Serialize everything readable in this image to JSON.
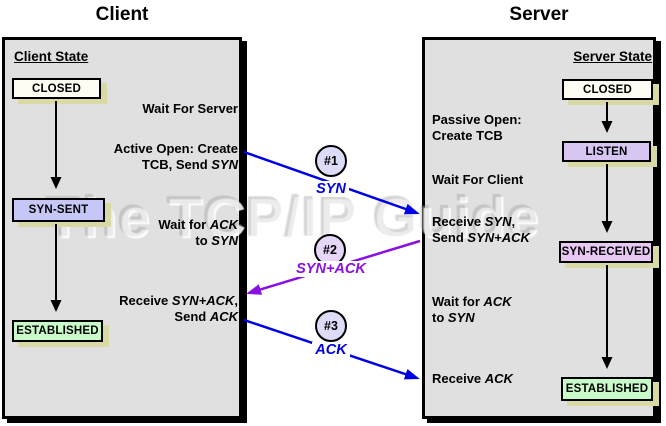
{
  "watermark": {
    "text": "The TCP/IP Guide"
  },
  "client": {
    "title": "Client",
    "state_heading": "Client State",
    "states": [
      {
        "label": "CLOSED",
        "fill": "#fdfdf4"
      },
      {
        "label": "SYN-SENT",
        "fill": "#c6c6f7"
      },
      {
        "label": "ESTABLISHED",
        "fill": "#c9fac9"
      }
    ],
    "annotations": [
      {
        "lines": [
          [
            {
              "t": "Wait For Server"
            }
          ]
        ]
      },
      {
        "lines": [
          [
            {
              "t": "Active Open: Create"
            }
          ],
          [
            {
              "t": "TCB, Send "
            },
            {
              "t": "SYN",
              "i": 1
            }
          ]
        ]
      },
      {
        "lines": [
          [
            {
              "t": "Wait for "
            },
            {
              "t": "ACK",
              "i": 1
            }
          ],
          [
            {
              "t": "to "
            },
            {
              "t": "SYN",
              "i": 1
            }
          ]
        ]
      },
      {
        "lines": [
          [
            {
              "t": "Receive "
            },
            {
              "t": "SYN+ACK",
              "i": 1
            },
            {
              "t": ","
            }
          ],
          [
            {
              "t": "Send "
            },
            {
              "t": "ACK",
              "i": 1
            }
          ]
        ]
      }
    ]
  },
  "server": {
    "title": "Server",
    "state_heading": "Server State",
    "states": [
      {
        "label": "CLOSED",
        "fill": "#fdfdf4"
      },
      {
        "label": "LISTEN",
        "fill": "#d7c5f2"
      },
      {
        "label": "SYN-RECEIVED",
        "fill": "#e7c9f3"
      },
      {
        "label": "ESTABLISHED",
        "fill": "#c9fac9"
      }
    ],
    "annotations": [
      {
        "lines": [
          [
            {
              "t": "Passive Open:"
            }
          ],
          [
            {
              "t": "Create TCB"
            }
          ]
        ]
      },
      {
        "lines": [
          [
            {
              "t": "Wait For Client"
            }
          ]
        ]
      },
      {
        "lines": [
          [
            {
              "t": "Receive "
            },
            {
              "t": "SYN",
              "i": 1
            },
            {
              "t": ","
            }
          ],
          [
            {
              "t": "Send "
            },
            {
              "t": "SYN+ACK",
              "i": 1
            }
          ]
        ]
      },
      {
        "lines": [
          [
            {
              "t": "Wait for "
            },
            {
              "t": "ACK",
              "i": 1
            }
          ],
          [
            {
              "t": "to "
            },
            {
              "t": "SYN",
              "i": 1
            }
          ]
        ]
      },
      {
        "lines": [
          [
            {
              "t": "Receive "
            },
            {
              "t": "ACK",
              "i": 1
            }
          ]
        ]
      }
    ]
  },
  "messages": [
    {
      "number": "#1",
      "label": "SYN",
      "color": "#0000e6",
      "circle_fill": "#dcdcf8"
    },
    {
      "number": "#2",
      "label": "SYN+ACK",
      "color": "#8a10e0",
      "circle_fill": "#e6d6f8"
    },
    {
      "number": "#3",
      "label": "ACK",
      "color": "#0000e6",
      "circle_fill": "#dcdcf8"
    }
  ],
  "arrow_colors": {
    "state_transition": "#000000",
    "syn": "#0000e6",
    "syn_ack": "#8a10e0",
    "ack": "#0000e6"
  }
}
